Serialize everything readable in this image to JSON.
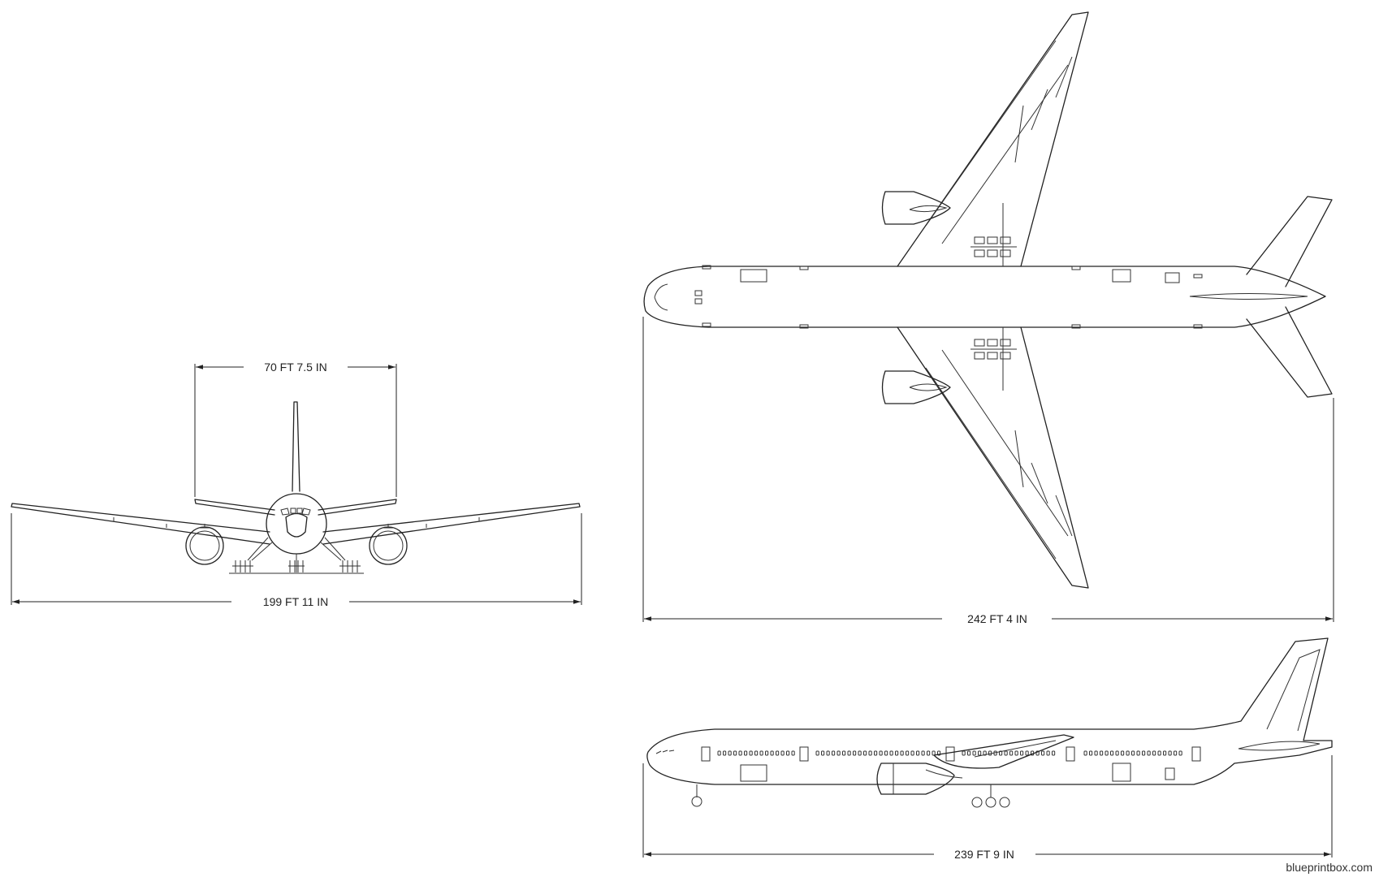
{
  "dimensions": {
    "front_tail_span": "70 FT 7.5 IN",
    "front_wingspan": "199 FT 11 IN",
    "top_length": "242 FT 4 IN",
    "side_length": "239 FT 9 IN"
  },
  "watermark": "blueprintbox.com"
}
